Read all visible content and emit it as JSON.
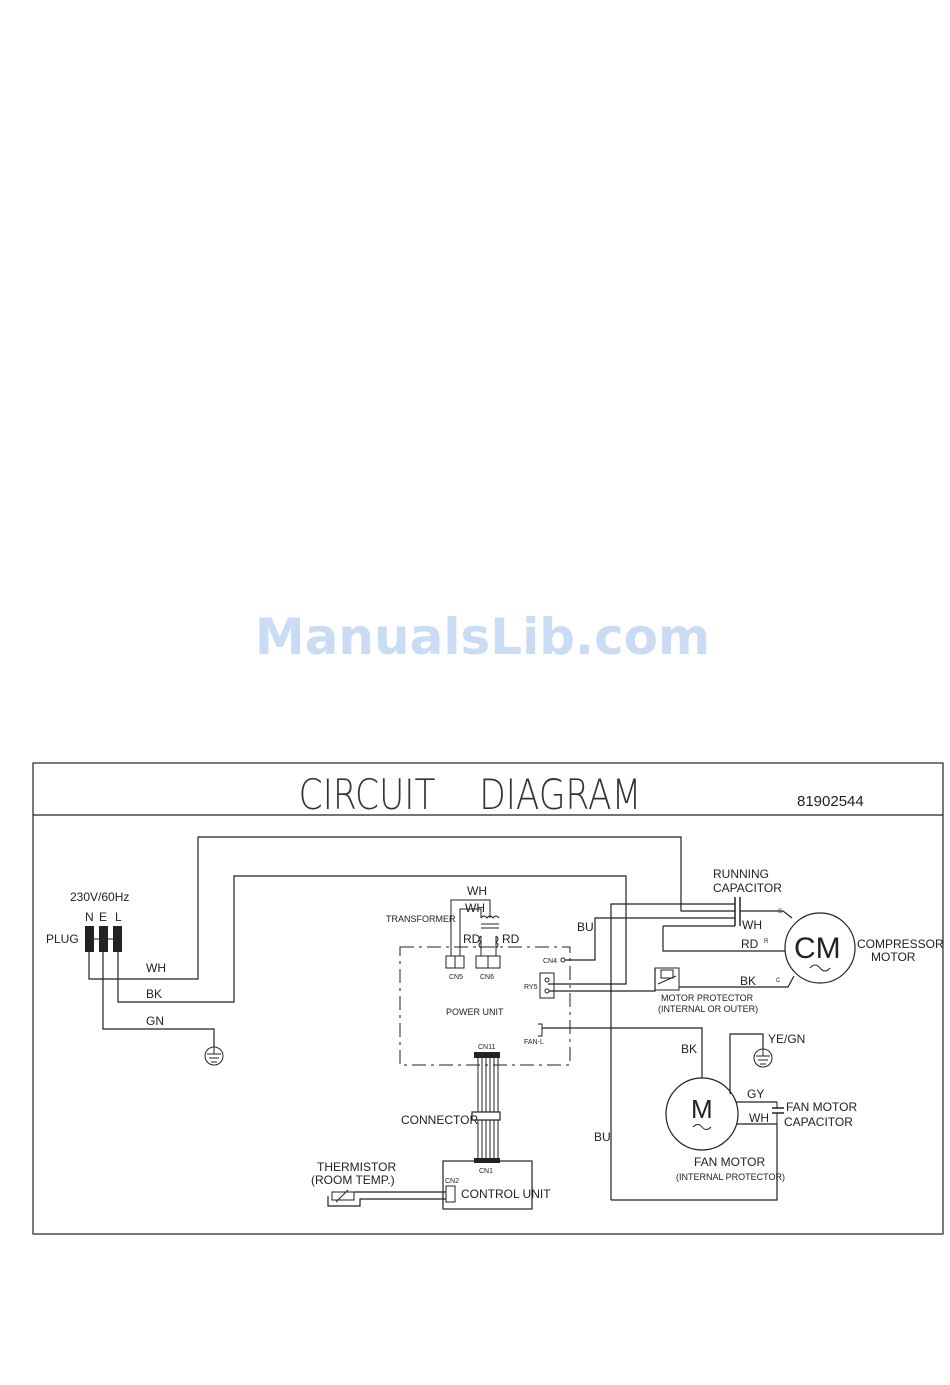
{
  "watermark": "ManualsLib.com",
  "header": {
    "title": "CIRCUIT    DIAGRAM",
    "part_number": "81902544"
  },
  "labels": {
    "voltage": "230V/60Hz",
    "plug": "PLUG",
    "pin_n": "N",
    "pin_e": "E",
    "pin_l": "L",
    "wh": "WH",
    "bk": "BK",
    "gn": "GN",
    "transformer": "TRANSFORMER",
    "wh_top": "WH",
    "wh_tr": "WH",
    "rd_left": "RD",
    "rd_right": "RD",
    "cn5": "CN5",
    "cn6": "CN6",
    "cn4": "CN4",
    "ry5": "RY5",
    "power_unit": "POWER  UNIT",
    "fan_l": "FAN-L",
    "cn11": "CN11",
    "connector": "CONNECTOR",
    "cn1": "CN1",
    "cn2": "CN2",
    "control_unit": "CONTROL  UNIT",
    "thermistor": "THERMISTOR",
    "room_temp": "(ROOM  TEMP.)",
    "bu_top": "BU",
    "bu_left": "BU",
    "running_capacitor_1": "RUNNING",
    "running_capacitor_2": "CAPACITOR",
    "wh_cap": "WH",
    "rd_cap": "RD",
    "bk_comp": "BK",
    "s": "S",
    "r": "R",
    "c": "C",
    "cm": "CM",
    "compressor_1": "COMPRESSOR",
    "compressor_2": "MOTOR",
    "motor_protector_1": "MOTOR  PROTECTOR",
    "motor_protector_2": "(INTERNAL  OR  OUTER)",
    "bk_fan": "BK",
    "yegn": "YE/GN",
    "gy": "GY",
    "wh_fan": "WH",
    "m": "M",
    "fan_cap_1": "FAN  MOTOR",
    "fan_cap_2": "CAPACITOR",
    "fan_motor_1": "FAN MOTOR",
    "fan_motor_2": "(INTERNAL  PROTECTOR)"
  }
}
